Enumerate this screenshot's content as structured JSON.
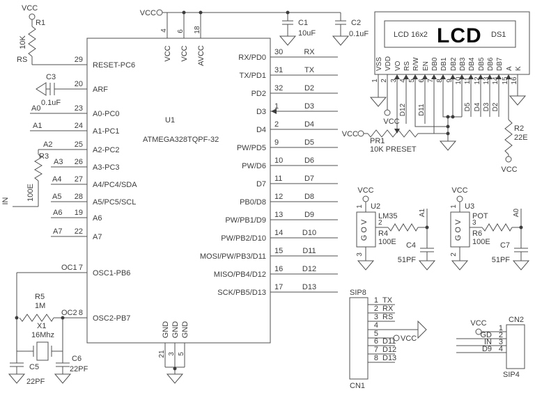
{
  "labels": {
    "vcc": "VCC"
  },
  "nets": {
    "in": "IN"
  },
  "mcu": {
    "ref": "U1",
    "part": "ATMEGA328TQPF-32",
    "left_pins": [
      {
        "net": "RS",
        "num": "29",
        "name": "RESET-PC6"
      },
      {
        "net": "",
        "num": "20",
        "name": "ARF"
      },
      {
        "net": "A0",
        "num": "23",
        "name": "A0-PC0"
      },
      {
        "net": "A1",
        "num": "24",
        "name": "A1-PC1"
      },
      {
        "net": "A2",
        "num": "25",
        "name": "A2-PC2"
      },
      {
        "net": "A3",
        "num": "26",
        "name": "A3-PC3"
      },
      {
        "net": "A4",
        "num": "27",
        "name": "A4/PC4/SDA"
      },
      {
        "net": "A5",
        "num": "28",
        "name": "A5/PC5/SCL"
      },
      {
        "net": "A6",
        "num": "19",
        "name": "A6"
      },
      {
        "net": "A7",
        "num": "22",
        "name": "A7"
      },
      {
        "net": "OC1",
        "num": "7",
        "name": "OSC1-PB6"
      },
      {
        "net": "OC2",
        "num": "8",
        "name": "OSC2-PB7"
      }
    ],
    "right_pins": [
      {
        "num": "30",
        "name": "RX/PD0",
        "net": "RX"
      },
      {
        "num": "31",
        "name": "TX/PD1",
        "net": "TX"
      },
      {
        "num": "32",
        "name": "PD2",
        "net": "D2"
      },
      {
        "num": "1",
        "name": "D3",
        "net": "D3"
      },
      {
        "num": "2",
        "name": "D4",
        "net": "D4"
      },
      {
        "num": "9",
        "name": "PW/PD5",
        "net": "D5"
      },
      {
        "num": "10",
        "name": "PW/D6",
        "net": "D6"
      },
      {
        "num": "11",
        "name": "D7",
        "net": "D7"
      },
      {
        "num": "12",
        "name": "PB0/D8",
        "net": "D8"
      },
      {
        "num": "13",
        "name": "PW/PB1/D9",
        "net": "D9"
      },
      {
        "num": "14",
        "name": "PW/PB2/D10",
        "net": "D10"
      },
      {
        "num": "15",
        "name": "MOSI/PW/PB3/D11",
        "net": "D11"
      },
      {
        "num": "16",
        "name": "MISO/PB4/D12",
        "net": "D12"
      },
      {
        "num": "17",
        "name": "SCK/PB5/D13",
        "net": "D13"
      }
    ],
    "top_pins": [
      {
        "num": "4",
        "name": "VCC"
      },
      {
        "num": "6",
        "name": "VCC"
      },
      {
        "num": "18",
        "name": "AVCC"
      }
    ],
    "bottom_pins": [
      {
        "num": "21",
        "name": "GND"
      },
      {
        "num": "3",
        "name": "GND"
      },
      {
        "num": "5",
        "name": "GND"
      }
    ]
  },
  "parts": {
    "r1": {
      "ref": "R1",
      "value": "10K"
    },
    "r2": {
      "ref": "R2",
      "value": "22E"
    },
    "r3": {
      "ref": "R3",
      "value": "100E"
    },
    "r4": {
      "ref": "R4",
      "value": "100E"
    },
    "r5": {
      "ref": "R5",
      "value": "1M"
    },
    "r6": {
      "ref": "R6",
      "value": "100E"
    },
    "pr1": {
      "ref": "PR1",
      "value": "10K PRESET"
    },
    "c1": {
      "ref": "C1",
      "value": "10uF"
    },
    "c2": {
      "ref": "C2",
      "value": "0.1uF"
    },
    "c3": {
      "ref": "C3",
      "value": "0.1uF"
    },
    "c4": {
      "ref": "C4",
      "value": "51PF"
    },
    "c5": {
      "ref": "C5",
      "value": "22PF"
    },
    "c6": {
      "ref": "C6",
      "value": "22PF"
    },
    "c7": {
      "ref": "C7",
      "value": "51PF"
    },
    "x1": {
      "ref": "X1",
      "value": "16Mhz"
    }
  },
  "lcd": {
    "type": "LCD 16x2",
    "title": "LCD",
    "ref": "DS1",
    "pins": [
      {
        "num": "1",
        "name": "VSS"
      },
      {
        "num": "2",
        "name": "VDD"
      },
      {
        "num": "3",
        "name": "VO"
      },
      {
        "num": "4",
        "name": "RS"
      },
      {
        "num": "5",
        "name": "R/W"
      },
      {
        "num": "6",
        "name": "EN"
      },
      {
        "num": "7",
        "name": "DB0"
      },
      {
        "num": "8",
        "name": "DB1"
      },
      {
        "num": "9",
        "name": "DB2"
      },
      {
        "num": "10",
        "name": "DB3"
      },
      {
        "num": "11",
        "name": "DB4"
      },
      {
        "num": "12",
        "name": "DB5"
      },
      {
        "num": "13",
        "name": "DB6"
      },
      {
        "num": "14",
        "name": "DB7"
      },
      {
        "num": "15",
        "name": "A"
      },
      {
        "num": "16",
        "name": "K"
      }
    ],
    "wire_nets": {
      "p4": "D12",
      "p6": "D11",
      "p11": "D5",
      "p12": "D4",
      "p13": "D3",
      "p14": "D2"
    }
  },
  "sensors": {
    "u2": {
      "ref": "U2",
      "part": "LM35",
      "body": "G O V",
      "top_pin": "1",
      "right_pin": "2",
      "bottom_pin": "3",
      "out": "A1"
    },
    "u3": {
      "ref": "U3",
      "part": "POT",
      "body": "G O V",
      "top_pin": "1",
      "right_pin": "3",
      "bottom_pin": "2",
      "out": "A0"
    }
  },
  "cn1": {
    "ref": "CN1",
    "type": "SIP8",
    "pins": [
      {
        "num": "1",
        "net": "TX"
      },
      {
        "num": "2",
        "net": "RX"
      },
      {
        "num": "3",
        "net": "RS"
      },
      {
        "num": "4",
        "net": ""
      },
      {
        "num": "5",
        "net": ""
      },
      {
        "num": "6",
        "net": "D11"
      },
      {
        "num": "7",
        "net": "D12"
      },
      {
        "num": "8",
        "net": "D13"
      }
    ]
  },
  "cn2": {
    "ref": "CN2",
    "type": "SIP4",
    "pins": [
      {
        "num": "1",
        "net": ""
      },
      {
        "num": "2",
        "net": "GD"
      },
      {
        "num": "3",
        "net": "IN"
      },
      {
        "num": "4",
        "net": "D9"
      }
    ]
  }
}
